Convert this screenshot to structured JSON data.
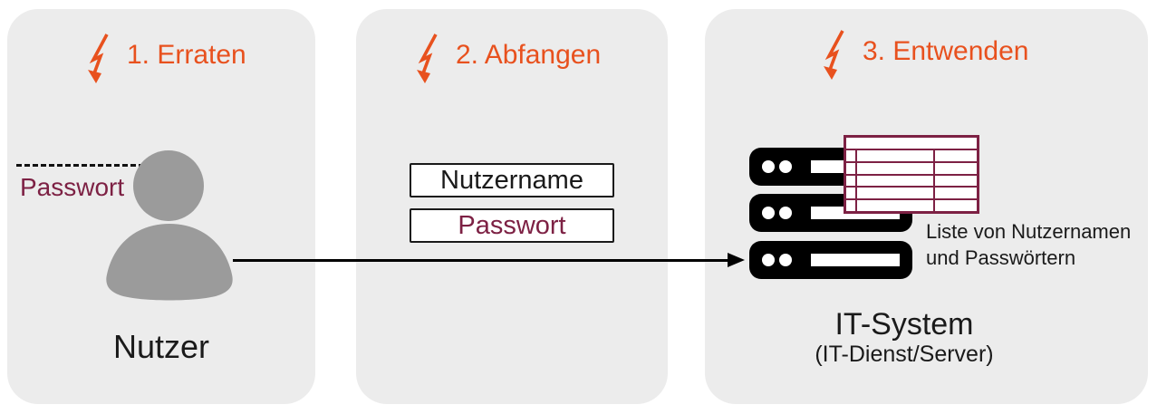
{
  "diagram": {
    "colors": {
      "panel_bg": "#ececec",
      "accent_orange": "#e8511e",
      "maroon": "#7d2144",
      "person_gray": "#9b9b9b",
      "server_black": "#000000"
    },
    "steps": [
      {
        "label": "1. Erraten",
        "icon": "lightning-bolt-icon"
      },
      {
        "label": "2. Abfangen",
        "icon": "lightning-bolt-icon"
      },
      {
        "label": "3. Entwenden",
        "icon": "lightning-bolt-icon"
      }
    ],
    "guess": {
      "password_label": "Passwort"
    },
    "user": {
      "label": "Nutzer"
    },
    "intercept": {
      "fields": [
        {
          "label": "Nutzername"
        },
        {
          "label": "Passwort"
        }
      ]
    },
    "steal": {
      "caption_line1": "Liste von Nutzernamen",
      "caption_line2": "und Passwörtern",
      "system_title": "IT-System",
      "system_subtitle": "(IT-Dienst/Server)"
    }
  }
}
